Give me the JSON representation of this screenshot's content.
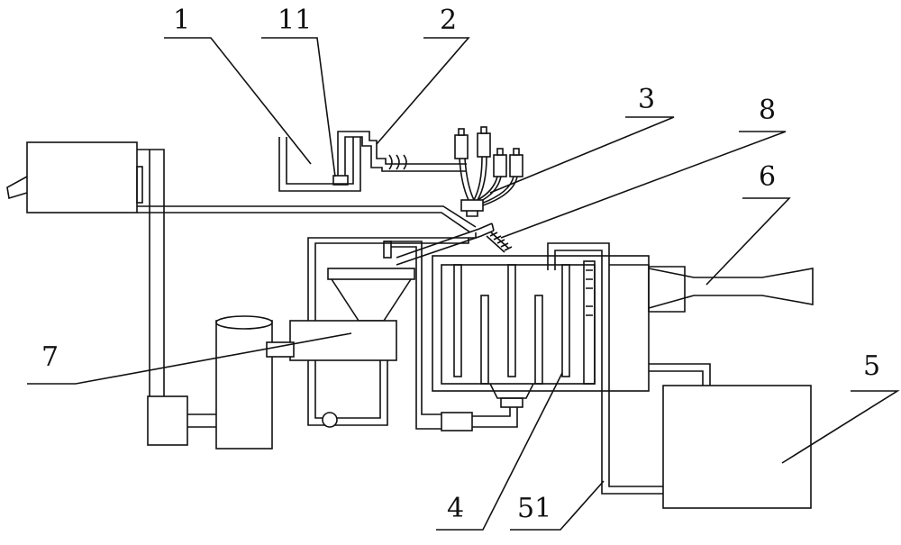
{
  "diagram": {
    "labels": {
      "l1": "1",
      "l11": "11",
      "l2": "2",
      "l3": "3",
      "l8": "8",
      "l6": "6",
      "l7": "7",
      "l5": "5",
      "l4": "4",
      "l51": "51"
    },
    "line_color": "#111111",
    "background": "#ffffff"
  }
}
